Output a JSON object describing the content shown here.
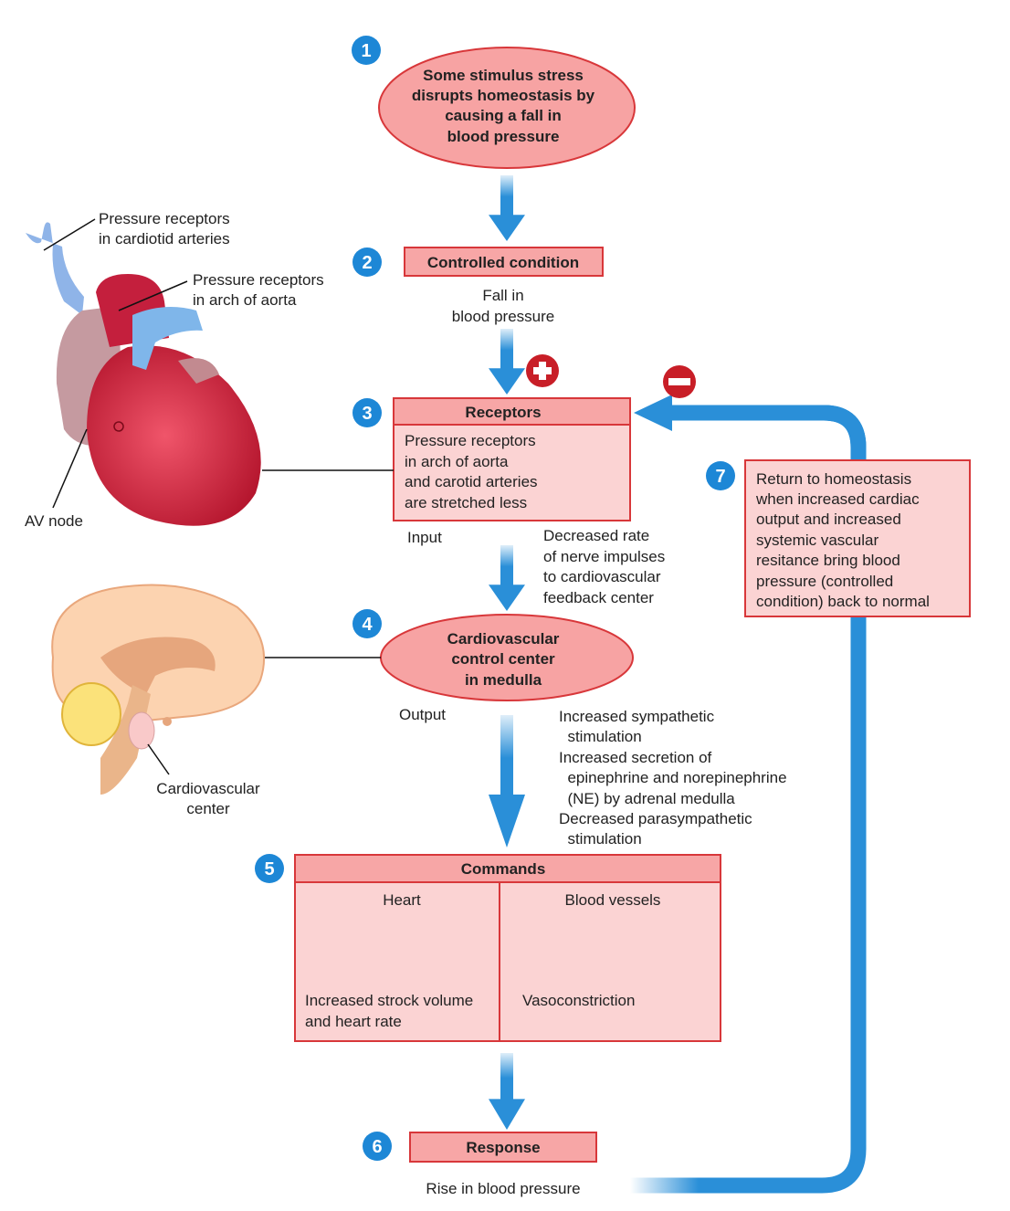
{
  "colors": {
    "arrow": "#2a8fd8",
    "box_fill": "#fbd3d3",
    "box_header": "#f7a6a6",
    "box_border": "#d8373a",
    "ellipse_fill": "#f7a3a3",
    "sign": "#c81e27"
  },
  "steps": {
    "s1": {
      "number": "1",
      "text": [
        "Some stimulus stress",
        "disrupts homeostasis by",
        "causing a fall in",
        "blood pressure"
      ]
    },
    "s2": {
      "number": "2",
      "title": "Controlled condition",
      "caption": [
        "Fall in",
        "blood pressure"
      ]
    },
    "s3": {
      "number": "3",
      "title": "Receptors",
      "body": [
        "Pressure receptors",
        "in arch of aorta",
        "and carotid arteries",
        "are stretched less"
      ],
      "input_label": "Input",
      "signal": [
        "Decreased rate",
        "of nerve impulses",
        "to cardiovascular",
        "feedback center"
      ]
    },
    "s4": {
      "number": "4",
      "text": [
        "Cardiovascular",
        "control center",
        "in medulla"
      ],
      "output_label": "Output",
      "signal": [
        "Increased sympathetic",
        "  stimulation",
        "Increased secretion of",
        "  epinephrine and norepinephrine",
        "  (NE) by adrenal medulla",
        "Decreased parasympathetic",
        "  stimulation"
      ]
    },
    "s5": {
      "number": "5",
      "title": "Commands",
      "col1_title": "Heart",
      "col1_body": [
        "Increased strock volume",
        "and heart rate"
      ],
      "col2_title": "Blood vessels",
      "col2_body": [
        "Vasoconstriction"
      ]
    },
    "s6": {
      "number": "6",
      "title": "Response",
      "caption": "Rise in blood pressure"
    },
    "s7": {
      "number": "7",
      "text": [
        "Return to homeostasis",
        "when increased cardiac",
        "output and increased",
        "systemic vascular",
        "resitance bring blood",
        "pressure (controlled",
        "condition) back to normal"
      ]
    }
  },
  "signs": {
    "positive": "plus-icon",
    "negative": "minus-icon"
  },
  "heart_labels": {
    "carotid": [
      "Pressure receptors",
      "in cardiotid arteries"
    ],
    "aorta": [
      "Pressure receptors",
      "in arch of aorta"
    ],
    "av_node": "AV node"
  },
  "brain_labels": {
    "center": [
      "Cardiovascular",
      "center"
    ]
  }
}
